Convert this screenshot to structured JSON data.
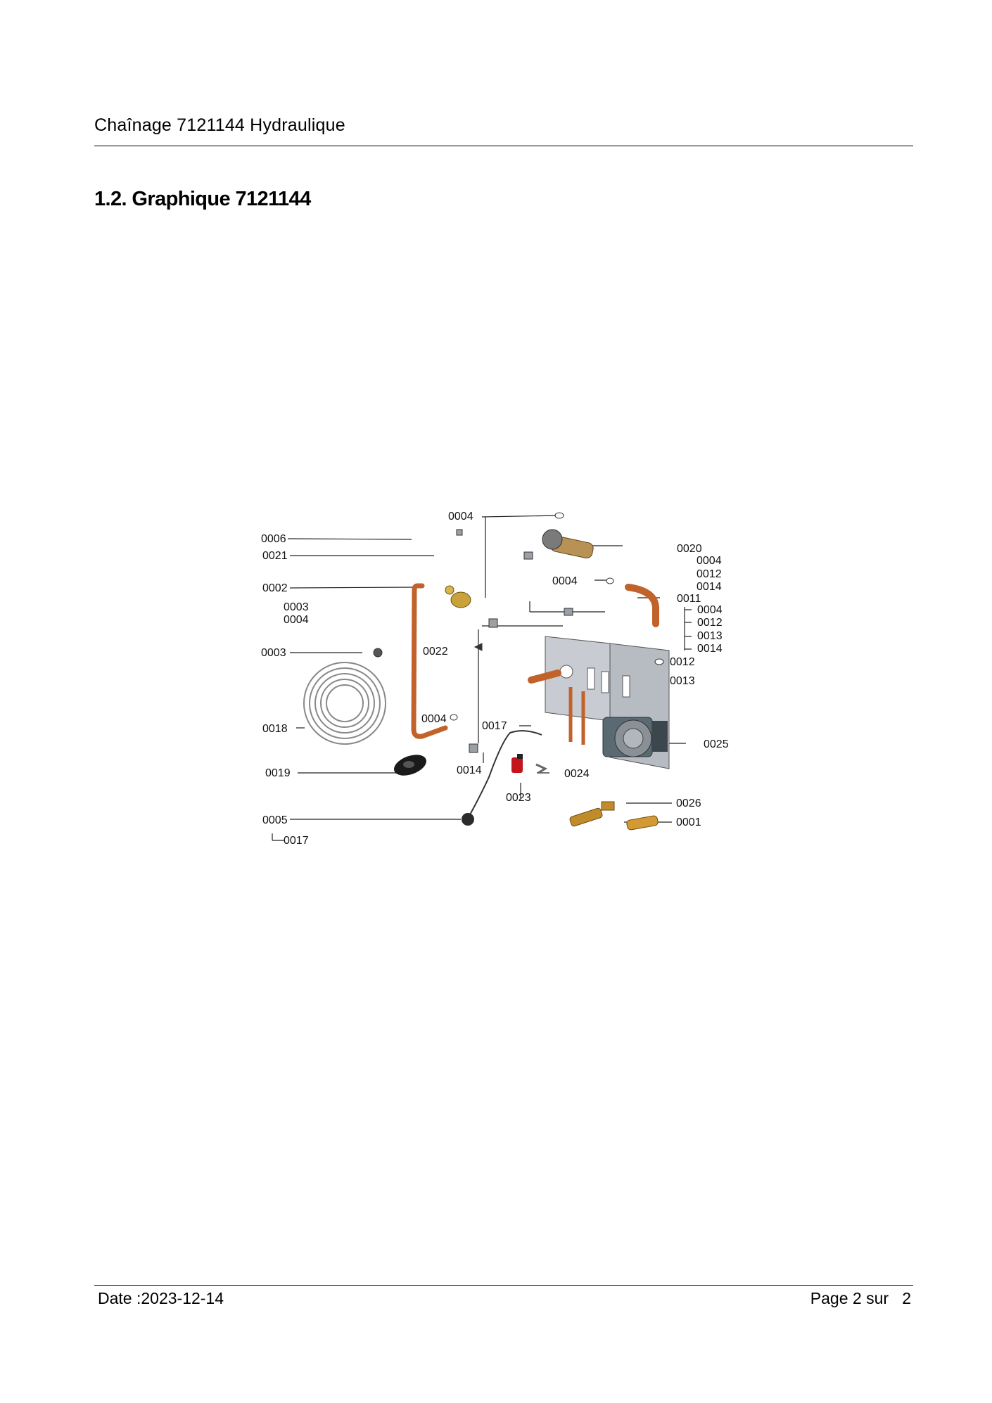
{
  "header": {
    "title": "Chaînage 7121144 Hydraulique"
  },
  "section": {
    "heading": "1.2. Graphique 7121144"
  },
  "diagram": {
    "labels": {
      "l0004_top": "0004",
      "l0006": "0006",
      "l0021": "0021",
      "l0002": "0002",
      "l0003_a": "0003",
      "l0004_a": "0004",
      "l0003_b": "0003",
      "l0022": "0022",
      "l0018": "0018",
      "l0004_mid": "0004",
      "l0017_mid": "0017",
      "l0019": "0019",
      "l0014_mid": "0014",
      "l0023": "0023",
      "l0024": "0024",
      "l0005": "0005",
      "l0017_bottom": "0017",
      "l0004_upper": "0004",
      "l0020": "0020",
      "l0004_r1": "0004",
      "l0012_r1": "0012",
      "l0014_r1": "0014",
      "l0011": "0011",
      "l0004_r2": "0004",
      "l0012_r2": "0012",
      "l0013_r2": "0013",
      "l0014_r2": "0014",
      "l0012_r3": "0012",
      "l0013_r3": "0013",
      "l0025": "0025",
      "l0026": "0026",
      "l0001": "0001"
    }
  },
  "footer": {
    "date": "Date :2023-12-14",
    "page": "Page 2 sur   2"
  }
}
